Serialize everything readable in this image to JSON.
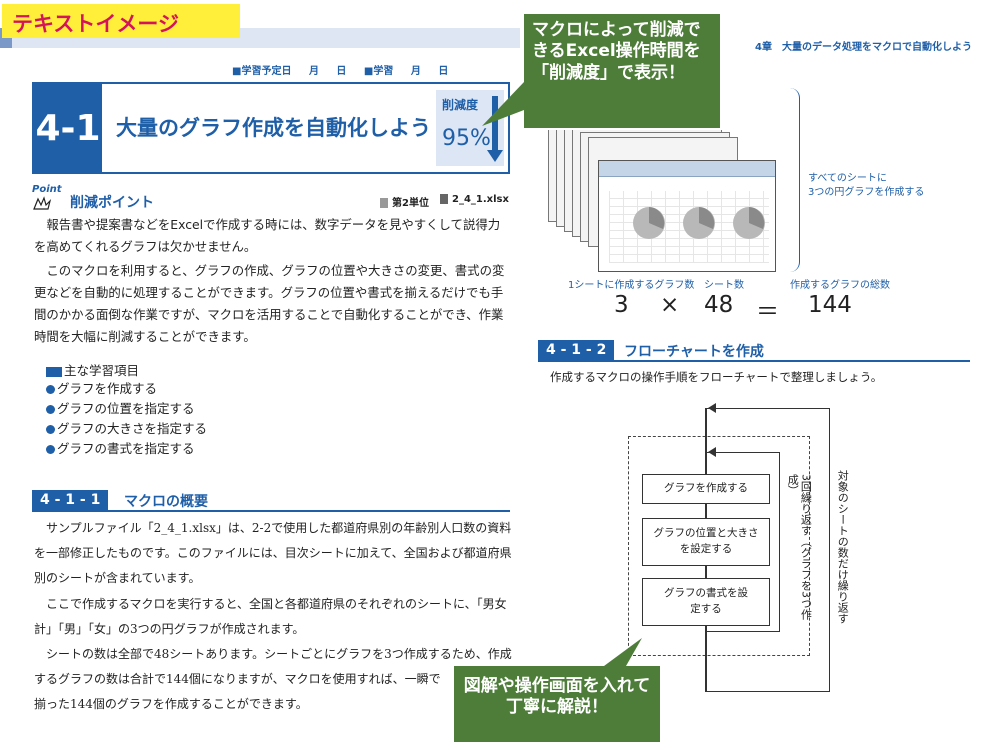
{
  "tag": "テキストイメージ",
  "chapter": "4章　大量のデータ処理をマクロで自動化しよう",
  "schedule": [
    "■学習予定日",
    "月",
    "日",
    "■学習",
    "月",
    "日"
  ],
  "header": {
    "number": "4-1",
    "title": "大量のグラフ作成を自動化しよう",
    "reduction_label": "削減度",
    "reduction_value": "95%"
  },
  "point": {
    "icon": "Point",
    "title": "削減ポイント",
    "unit": "第2単位",
    "file": "2_4_1.xlsx"
  },
  "paragraphs": [
    "報告書や提案書などをExcelで作成する時には、数字データを見やすくして説得力を高めてくれるグラフは欠かせません。",
    "このマクロを利用すると、グラフの作成、グラフの位置や大きさの変更、書式の変更などを自動的に処理することができます。グラフの位置や書式を揃えるだけでも手間のかかる面倒な作業ですが、マクロを活用することで自動化することができ、作業時間を大幅に削減することができます。"
  ],
  "learning": {
    "heading": "主な学習項目",
    "items": [
      "グラフを作成する",
      "グラフの位置を指定する",
      "グラフの大きさを指定する",
      "グラフの書式を指定する"
    ]
  },
  "section1": {
    "number": "4 - 1 - 1",
    "title": "マクロの概要"
  },
  "section1_body": [
    "サンプルファイル「2_4_1.xlsx」は、2-2で使用した都道府県別の年齢別人口数の資料を一部修正したものです。このファイルには、目次シートに加えて、全国および都道府県別のシートが含まれています。",
    "ここで作成するマクロを実行すると、全国と各都道府県のそれぞれのシートに、「男女計」「男」「女」の3つの円グラフが作成されます。",
    "シートの数は全部で48シートあります。シートごとにグラフを3つ作成するため、作成するグラフの数は合計で144個になりますが、マクロを使用すれば、一瞬で",
    "揃った144個のグラフを作成することができます。"
  ],
  "callout_top": "マクロによって削減できるExcel操作時間を「削減度」で表示！",
  "callout_bottom": "図解や操作画面を入れて丁寧に解説！",
  "all_sheets_note": [
    "すべてのシートに",
    "3つの円グラフを作成する"
  ],
  "equation": {
    "labels": [
      "1シートに作成するグラフ数",
      "シート数",
      "作成するグラフの総数"
    ],
    "values": [
      "3",
      "×",
      "48",
      "＝",
      "144"
    ]
  },
  "section2": {
    "number": "4 - 1 - 2",
    "title": "フローチャートを作成"
  },
  "flow_intro": "作成するマクロの操作手順をフローチャートで整理しましょう。",
  "flow": {
    "boxes": [
      "グラフを作成する",
      "グラフの位置と大きさを設定する",
      "グラフの書式を設定する"
    ],
    "inner_loop": "3回繰り返す（グラフを3つ作成）",
    "outer_loop": "対象のシートの数だけ繰り返す"
  },
  "colors": {
    "blue": "#1f5fa8",
    "green": "#4e7d3a",
    "yellow": "#ffef3a",
    "pink": "#d4145a"
  }
}
